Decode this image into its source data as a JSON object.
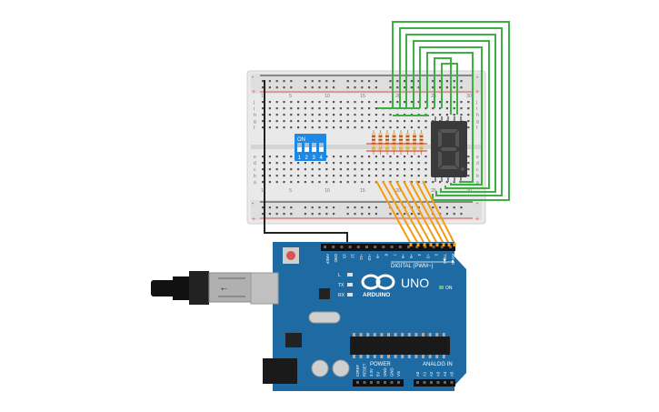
{
  "breadboard": {
    "rail_markers": {
      "positive": "+",
      "negative": "-"
    },
    "row_letters": [
      "a",
      "b",
      "c",
      "d",
      "e",
      "f",
      "g",
      "h",
      "i",
      "j"
    ],
    "column_numbers": [
      "1",
      "5",
      "10",
      "15",
      "20",
      "25",
      "30"
    ]
  },
  "dip_switch": {
    "on_label": "ON",
    "switch_numbers": [
      "1",
      "2",
      "3",
      "4"
    ],
    "color": "#1e88e5"
  },
  "seven_segment": {
    "digit_shown": "8"
  },
  "resistors": {
    "count": 8
  },
  "arduino": {
    "board_color": "#1e6aa3",
    "logo_text": "ARDUINO",
    "model": "UNO",
    "digital_header_label": "DIGITAL (PWM~)",
    "digital_pins": [
      "AREF",
      "GND",
      "13",
      "12",
      "~11",
      "~10",
      "~9",
      "8",
      "7",
      "~6",
      "~5",
      "4",
      "~3",
      "2",
      "TX▶1",
      "RX◀0"
    ],
    "power_label": "POWER",
    "power_pins": [
      "IOREF",
      "RESET",
      "3.3V",
      "5V",
      "GND",
      "GND",
      "Vin"
    ],
    "analog_label": "ANALOG IN",
    "analog_pins": [
      "A0",
      "A1",
      "A2",
      "A3",
      "A4",
      "A5"
    ],
    "leds": [
      "L",
      "TX",
      "RX"
    ],
    "on_led_label": "ON"
  },
  "wires": {
    "green": "#3cb043",
    "orange": "#f39c12",
    "black": "#222222"
  }
}
